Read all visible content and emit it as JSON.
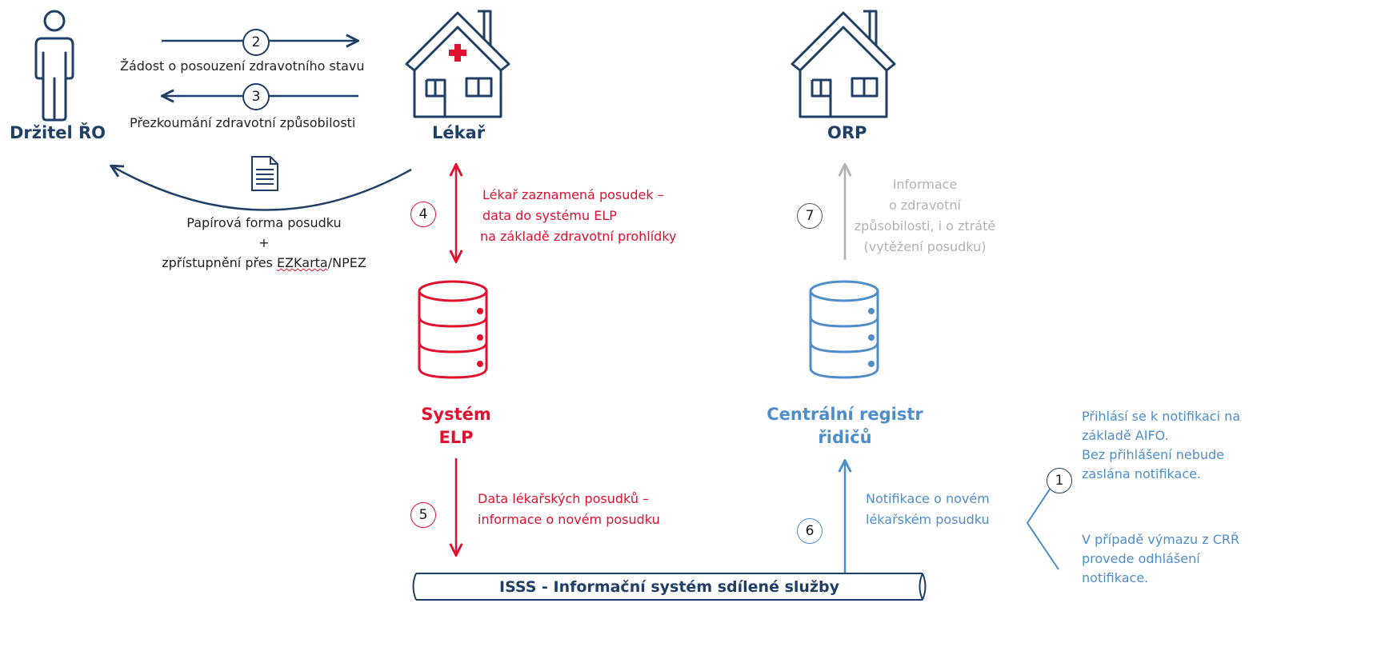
{
  "actors": {
    "holder": "Držitel ŘO",
    "doctor": "Lékař",
    "orp": "ORP",
    "elp": [
      "Systém",
      "ELP"
    ],
    "crr": [
      "Centrální registr",
      "řidičů"
    ]
  },
  "flows": {
    "step1": {
      "num": "1",
      "lines": [
        "Přihlásí se k notifikaci na",
        "základě AIFO.",
        "Bez přihlášení nebude",
        "zaslána notifikace."
      ],
      "lines2": [
        "V případě výmazu z CRŘ",
        "provede odhlášení",
        "notifikace."
      ]
    },
    "step2": {
      "num": "2",
      "text": "Žádost o posouzení zdravotního stavu"
    },
    "step3": {
      "num": "3",
      "text": "Přezkoumání zdravotní způsobilosti"
    },
    "step4": {
      "num": "4",
      "lines": [
        "Lékař zaznamená posudek –",
        "data do systému ELP",
        "na základě zdravotní prohlídky"
      ]
    },
    "step5": {
      "num": "5",
      "lines": [
        "Data lékařských posudků –",
        "informace o novém posudku"
      ]
    },
    "step6": {
      "num": "6",
      "lines": [
        "Notifikace o novém",
        "lékařském posudku"
      ]
    },
    "step7": {
      "num": "7",
      "lines": [
        "Informace",
        "o zdravotní",
        "způsobilosti, i o ztrátě",
        "(vytěžení posudku)"
      ]
    },
    "paper": {
      "line1": "Papírová forma posudku",
      "plus": "+",
      "line3a": "zpřístupnění přes ",
      "line3b": "EZKarta",
      "line3c": "/NPEZ"
    }
  },
  "isss": "ISSS - Informační systém sdílené služby",
  "colors": {
    "navy": "#1f3f66",
    "red": "#e0102f",
    "blue": "#4f8dc9",
    "grey": "#b2b2b2"
  },
  "icons": [
    "person-icon",
    "house-icon",
    "medical-cross-icon",
    "database-icon",
    "document-icon"
  ]
}
